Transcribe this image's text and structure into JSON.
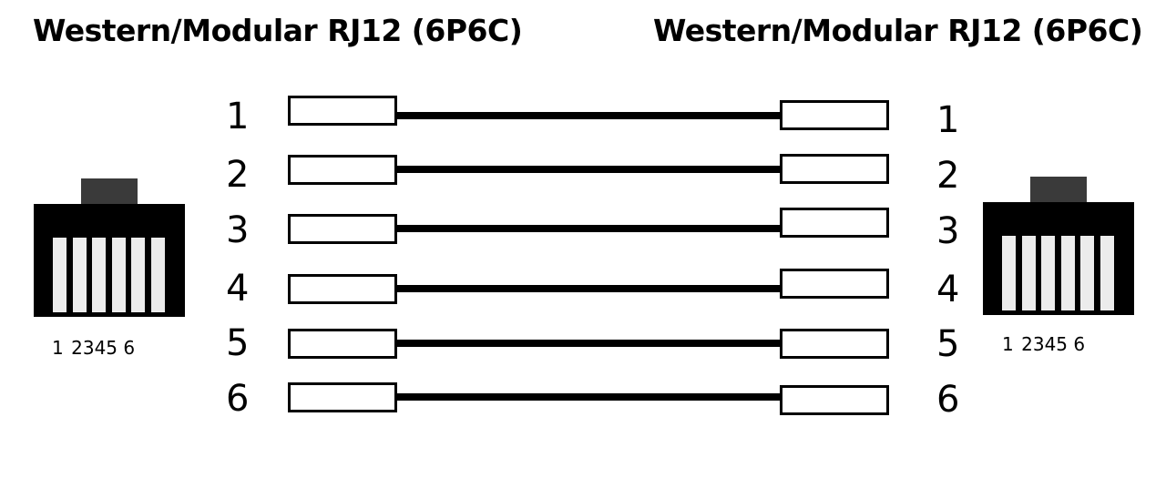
{
  "titles": {
    "left": "Western/Modular RJ12 (6P6C)",
    "right": "Western/Modular RJ12 (6P6C)"
  },
  "connectors": {
    "left": {
      "pin_labels": [
        "1",
        "2",
        "3",
        "4",
        "5",
        "6"
      ]
    },
    "right": {
      "pin_labels": [
        "1",
        "2",
        "3",
        "4",
        "5",
        "6"
      ]
    }
  },
  "wires": [
    {
      "left_pin": "1",
      "right_pin": "1"
    },
    {
      "left_pin": "2",
      "right_pin": "2"
    },
    {
      "left_pin": "3",
      "right_pin": "3"
    },
    {
      "left_pin": "4",
      "right_pin": "4"
    },
    {
      "left_pin": "5",
      "right_pin": "5"
    },
    {
      "left_pin": "6",
      "right_pin": "6"
    }
  ],
  "colors": {
    "wire": "#000000",
    "connector_body": "#000000",
    "connector_tab": "#3a3a3a",
    "connector_pin": "#ececec"
  }
}
